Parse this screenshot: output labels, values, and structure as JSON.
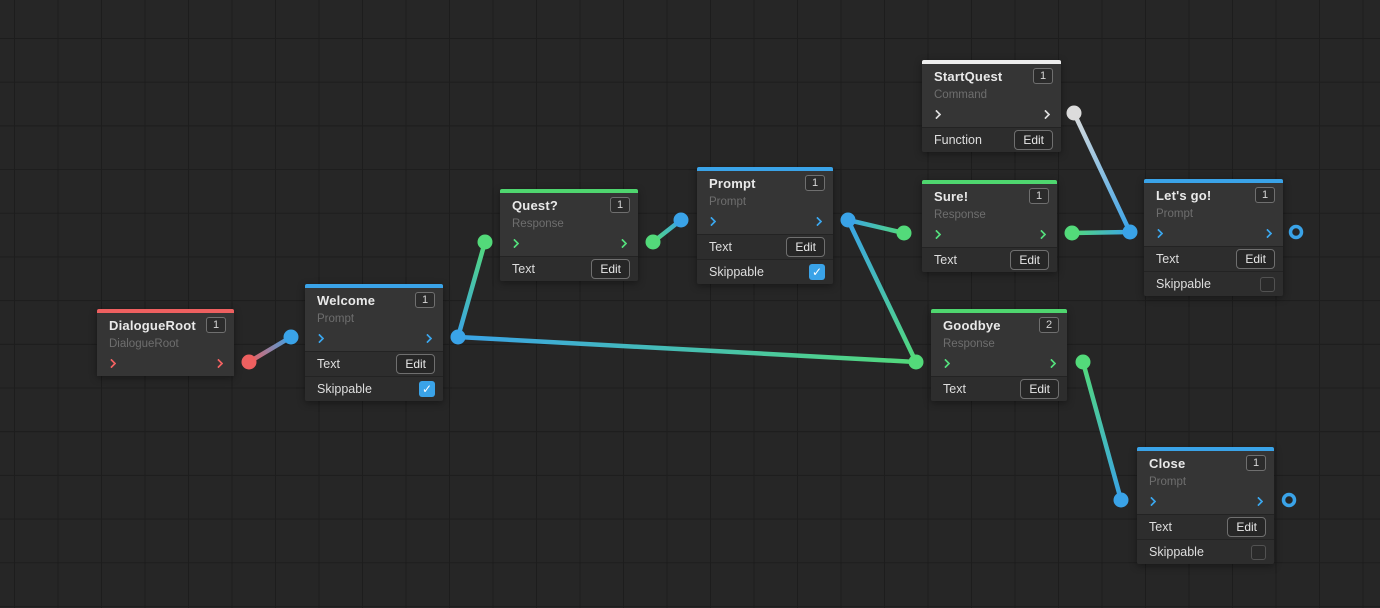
{
  "editor": {
    "kind": "dialogue-node-graph",
    "colors": {
      "prompt_blue": "#3aa3e8",
      "response_green": "#53da7a",
      "root_red": "#ee6060",
      "command_white": "#ededed",
      "canvas_bg": "#262626",
      "grid_line": "#1d1d1d"
    }
  },
  "nodes": [
    {
      "id": "dialogue-root",
      "title": "DialogueRoot",
      "badge": "1",
      "subtitle": "DialogueRoot",
      "accent": "red",
      "fields": []
    },
    {
      "id": "welcome",
      "title": "Welcome",
      "badge": "1",
      "subtitle": "Prompt",
      "accent": "blue",
      "fields": [
        {
          "label": "Text",
          "button": "Edit"
        },
        {
          "label": "Skippable",
          "checked": true
        }
      ]
    },
    {
      "id": "quest",
      "title": "Quest?",
      "badge": "1",
      "subtitle": "Response",
      "accent": "green",
      "fields": [
        {
          "label": "Text",
          "button": "Edit"
        }
      ]
    },
    {
      "id": "prompt",
      "title": "Prompt",
      "badge": "1",
      "subtitle": "Prompt",
      "accent": "blue",
      "fields": [
        {
          "label": "Text",
          "button": "Edit"
        },
        {
          "label": "Skippable",
          "checked": true
        }
      ]
    },
    {
      "id": "startquest",
      "title": "StartQuest",
      "badge": "1",
      "subtitle": "Command",
      "accent": "white",
      "fields": [
        {
          "label": "Function",
          "button": "Edit"
        }
      ]
    },
    {
      "id": "sure",
      "title": "Sure!",
      "badge": "1",
      "subtitle": "Response",
      "accent": "green",
      "fields": [
        {
          "label": "Text",
          "button": "Edit"
        }
      ]
    },
    {
      "id": "lets-go",
      "title": "Let's go!",
      "badge": "1",
      "subtitle": "Prompt",
      "accent": "blue",
      "fields": [
        {
          "label": "Text",
          "button": "Edit"
        },
        {
          "label": "Skippable",
          "checked": false
        }
      ]
    },
    {
      "id": "goodbye",
      "title": "Goodbye",
      "badge": "2",
      "subtitle": "Response",
      "accent": "green",
      "fields": [
        {
          "label": "Text",
          "button": "Edit"
        }
      ]
    },
    {
      "id": "close",
      "title": "Close",
      "badge": "1",
      "subtitle": "Prompt",
      "accent": "blue",
      "fields": [
        {
          "label": "Text",
          "button": "Edit"
        },
        {
          "label": "Skippable",
          "checked": false
        }
      ]
    }
  ],
  "connections": [
    {
      "from": "DialogueRoot",
      "to": "Welcome"
    },
    {
      "from": "Welcome",
      "to": "Quest?"
    },
    {
      "from": "Welcome",
      "to": "Goodbye"
    },
    {
      "from": "Quest?",
      "to": "Prompt"
    },
    {
      "from": "Prompt",
      "to": "Sure!"
    },
    {
      "from": "Prompt",
      "to": "Goodbye"
    },
    {
      "from": "StartQuest",
      "to": "Let's go!"
    },
    {
      "from": "Sure!",
      "to": "Let's go!"
    },
    {
      "from": "Goodbye",
      "to": "Close"
    }
  ]
}
